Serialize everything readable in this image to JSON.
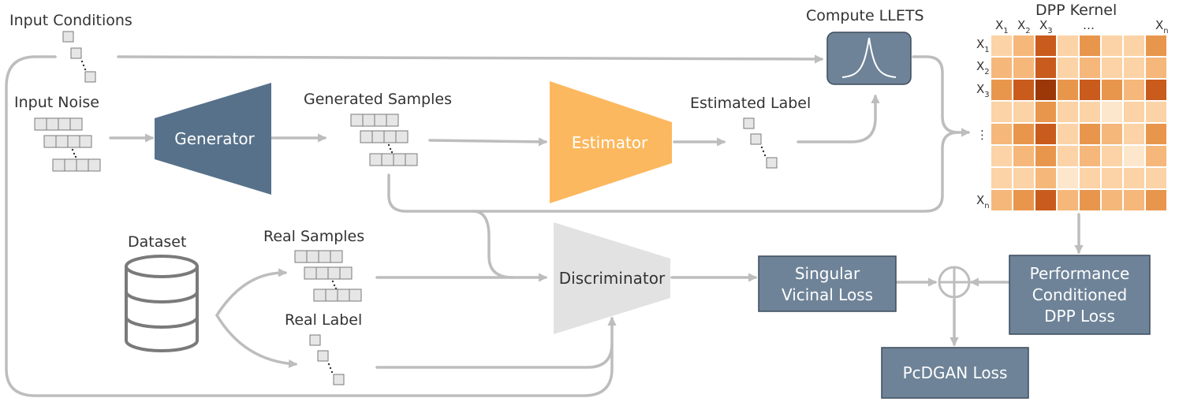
{
  "colors": {
    "slate": "#57718a",
    "loss_box": "#6e8398",
    "estimator": "#fcb85e",
    "discriminator": "#e2e2e2",
    "arrow": "#bdbdbd",
    "kernel_scale": [
      "#fde7cc",
      "#fbd3a6",
      "#f6b77a",
      "#e9964d",
      "#c95b1d",
      "#9c3808"
    ]
  },
  "labels": {
    "input_conditions": "Input Conditions",
    "input_noise": "Input Noise",
    "generated_samples": "Generated Samples",
    "estimated_label": "Estimated Label",
    "compute_llets": "Compute LLETS",
    "dpp_kernel": "DPP Kernel",
    "dataset": "Dataset",
    "real_samples": "Real Samples",
    "real_label": "Real Label"
  },
  "blocks": {
    "generator": "Generator",
    "estimator": "Estimator",
    "discriminator": "Discriminator",
    "singular_vicinal_loss": [
      "Singular",
      "Vicinal Loss"
    ],
    "performance_conditioned_dpp_loss": [
      "Performance",
      "Conditioned",
      "DPP Loss"
    ],
    "pcdgan_loss": "PcDGAN Loss"
  },
  "kernel": {
    "col_labels": [
      {
        "base": "X",
        "sub": "1"
      },
      {
        "base": "X",
        "sub": "2"
      },
      {
        "base": "X",
        "sub": "3"
      },
      {
        "base": "…",
        "sub": ""
      },
      {
        "base": "X",
        "sub": "n"
      }
    ],
    "row_labels": [
      {
        "base": "X",
        "sub": "1"
      },
      {
        "base": "X",
        "sub": "2"
      },
      {
        "base": "X",
        "sub": "3"
      },
      {
        "base": "⋮",
        "sub": ""
      },
      {
        "base": "X",
        "sub": "n"
      }
    ],
    "matrix": [
      [
        1,
        2,
        4,
        1,
        3,
        1,
        1,
        3
      ],
      [
        2,
        2,
        4,
        1,
        2,
        1,
        1,
        2
      ],
      [
        3,
        4,
        5,
        3,
        4,
        3,
        2,
        4
      ],
      [
        1,
        1,
        3,
        1,
        1,
        0,
        1,
        1
      ],
      [
        2,
        3,
        4,
        1,
        3,
        2,
        1,
        3
      ],
      [
        1,
        2,
        3,
        1,
        2,
        1,
        0,
        2
      ],
      [
        1,
        1,
        2,
        0,
        1,
        1,
        1,
        1
      ],
      [
        2,
        3,
        4,
        2,
        3,
        2,
        2,
        3
      ]
    ]
  },
  "icons": {
    "dataset": "database-icon",
    "sum": "circled-plus-icon",
    "llets": "peak-curve-icon"
  }
}
